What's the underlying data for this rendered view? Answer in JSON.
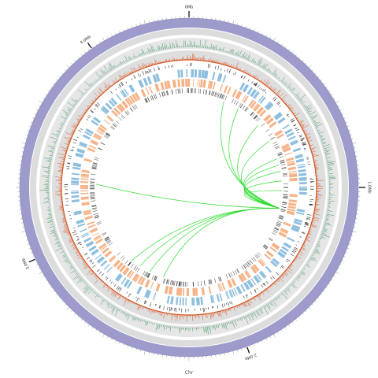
{
  "plot": {
    "chromosome_label": "Chr",
    "ring_labels": [
      "0Mb",
      "1.0Mb",
      "2.0Mb",
      "3.0Mb",
      "4.0Mb"
    ]
  },
  "colors": {
    "ideogram": "#9d9bcb",
    "gray_band": "#dcdcdc",
    "gc_skew": "#2e8b57",
    "gc_content": "#d9541e",
    "black_marks": "#222222",
    "blue_genes": "#8fbfdf",
    "orange_genes": "#f6b388",
    "links": "#2fdc2f"
  }
}
